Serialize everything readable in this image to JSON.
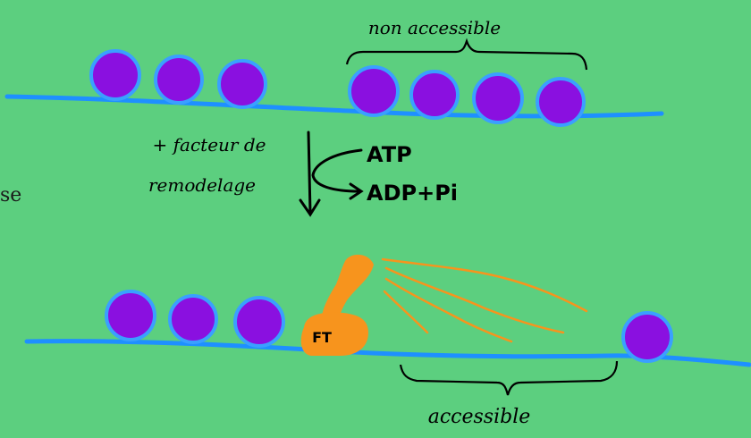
{
  "colors": {
    "background": "#5ccf7f",
    "dna": "#1e90ff",
    "nucleosome": "#8a10e0",
    "nucleosome_outline": "#3aa0ff",
    "factor": "#f7941d",
    "ink": "#000000"
  },
  "edge_text": "se",
  "labels": {
    "non_accessible": "non accessible",
    "accessible": "accessible",
    "remodeling_line1": "+ facteur de",
    "remodeling_line2": "remodelage",
    "atp": "ATP",
    "adp": "ADP+Pi",
    "ft": "FT"
  },
  "icons": {
    "reaction_arrow": "arrow-down-icon"
  }
}
